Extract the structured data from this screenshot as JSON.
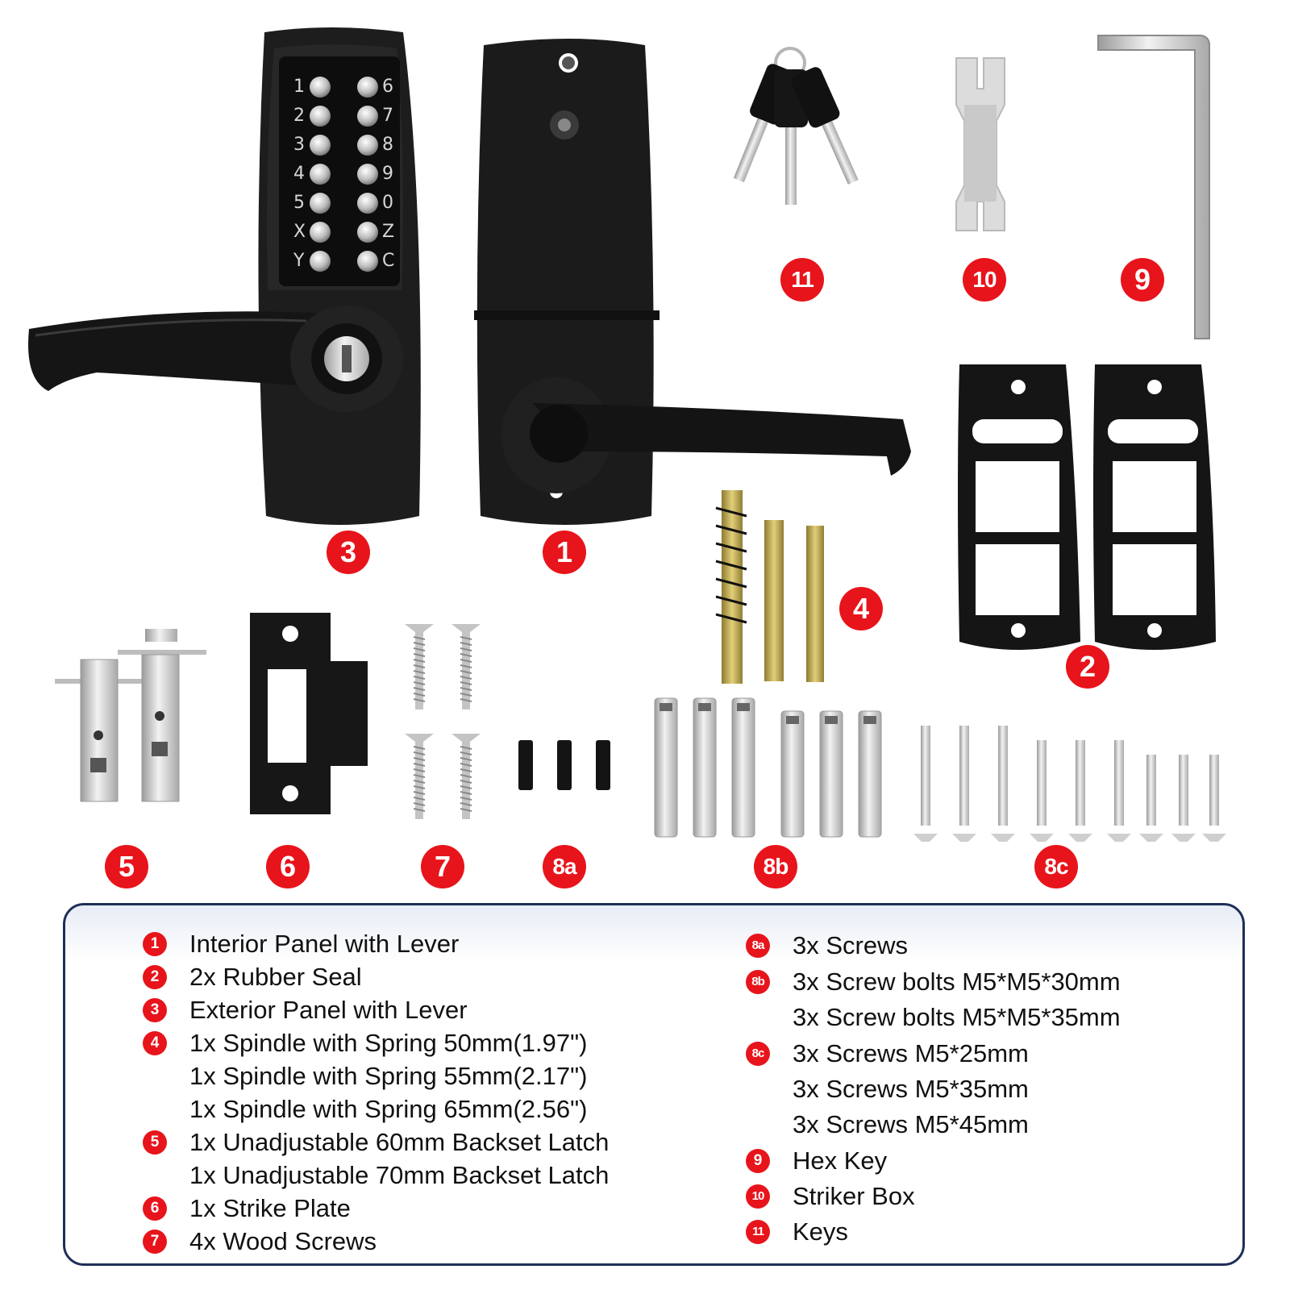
{
  "badges": {
    "b1": "1",
    "b2": "2",
    "b3": "3",
    "b4": "4",
    "b5": "5",
    "b6": "6",
    "b7": "7",
    "b8a": "8a",
    "b8b": "8b",
    "b8c": "8c",
    "b9": "9",
    "b10": "10",
    "b11": "11"
  },
  "keypad": {
    "left": [
      "1",
      "2",
      "3",
      "4",
      "5",
      "X",
      "Y"
    ],
    "right": [
      "6",
      "7",
      "8",
      "9",
      "0",
      "Z",
      "C"
    ]
  },
  "legend": {
    "left": [
      {
        "badge": "1",
        "lines": [
          "Interior Panel with Lever"
        ]
      },
      {
        "badge": "2",
        "lines": [
          "2x Rubber Seal"
        ]
      },
      {
        "badge": "3",
        "lines": [
          "Exterior Panel with Lever"
        ]
      },
      {
        "badge": "4",
        "lines": [
          "1x Spindle with Spring 50mm(1.97\")",
          "1x Spindle with Spring 55mm(2.17\")",
          "1x Spindle with Spring 65mm(2.56\")"
        ]
      },
      {
        "badge": "5",
        "lines": [
          "1x Unadjustable 60mm Backset Latch",
          "1x Unadjustable 70mm Backset Latch"
        ]
      },
      {
        "badge": "6",
        "lines": [
          "1x Strike Plate"
        ]
      },
      {
        "badge": "7",
        "lines": [
          "4x Wood Screws"
        ]
      }
    ],
    "right": [
      {
        "badge": "8a",
        "lines": [
          "3x Screws"
        ]
      },
      {
        "badge": "8b",
        "lines": [
          "3x Screw bolts M5*M5*30mm",
          "3x Screw bolts M5*M5*35mm"
        ]
      },
      {
        "badge": "8c",
        "lines": [
          "3x Screws M5*25mm",
          "3x Screws M5*35mm",
          "3x Screws M5*45mm"
        ]
      },
      {
        "badge": "9",
        "lines": [
          "Hex Key"
        ]
      },
      {
        "badge": "10",
        "lines": [
          "Striker Box"
        ]
      },
      {
        "badge": "11",
        "lines": [
          "Keys"
        ]
      }
    ]
  },
  "colors": {
    "badge_red": "#e8141b",
    "lock_black": "#1b1b1b",
    "legend_border": "#1e2f57",
    "metal": "#c8c8c8",
    "brass": "#c9b253"
  }
}
